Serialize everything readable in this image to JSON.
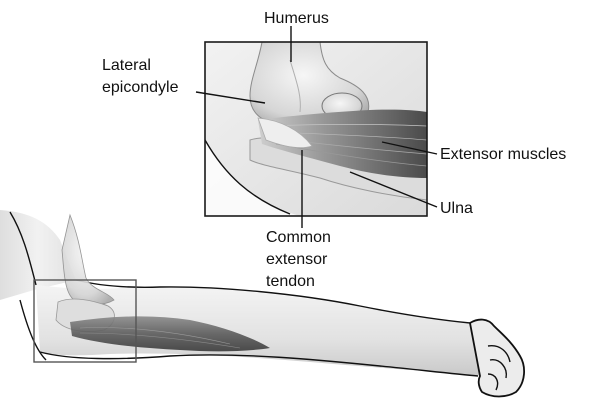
{
  "labels": {
    "humerus": "Humerus",
    "lateral_epicondyle_line1": "Lateral",
    "lateral_epicondyle_line2": "epicondyle",
    "extensor_muscles": "Extensor muscles",
    "ulna": "Ulna",
    "common_extensor_tendon_line1": "Common",
    "common_extensor_tendon_line2": "extensor",
    "common_extensor_tendon_line3": "tendon"
  },
  "colors": {
    "skin_light": "#efefef",
    "skin_mid": "#cfcfcf",
    "bone": "#e6e6e6",
    "bone_shade": "#9a9a9a",
    "muscle": "#6f6f6f",
    "muscle_dark": "#3e3e3e",
    "outline": "#111111",
    "inset_frame": "#1a1a1a",
    "thumb_frame": "#555555"
  }
}
